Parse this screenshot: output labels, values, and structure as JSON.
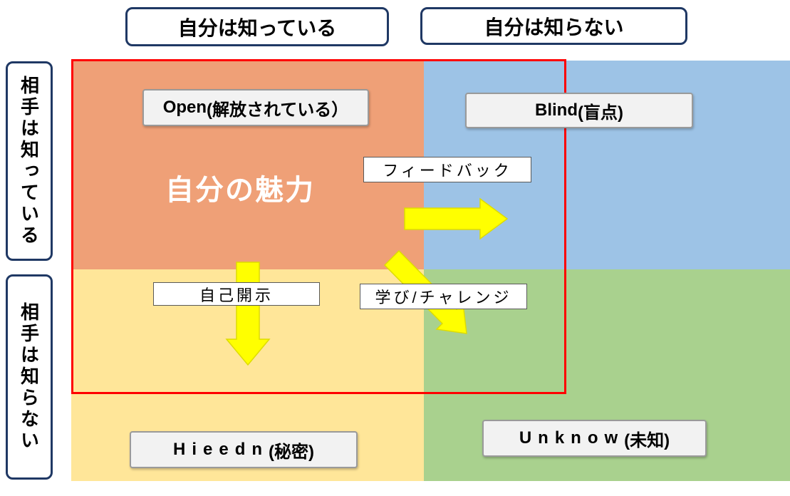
{
  "column_headers": {
    "self_known": "自分は知っている",
    "self_unknown": "自分は知らない"
  },
  "row_headers": {
    "other_known": "相手は知っている",
    "other_unknown": "相手は知らない"
  },
  "quadrants": {
    "open": {
      "name": "Open",
      "suffix": "(解放されている）",
      "color": "#efa077",
      "annotation": "自分の魅力"
    },
    "blind": {
      "name": "Blind",
      "suffix": "(盲点)",
      "color": "#9dc3e6"
    },
    "hidden": {
      "name": "Hieedn",
      "suffix": "(秘密)",
      "color": "#ffe699"
    },
    "unknown": {
      "name": "Unknow",
      "suffix": "(未知)",
      "color": "#a9d18e"
    }
  },
  "process_labels": {
    "feedback": "フィードバック",
    "self_disclosure": "自己開示",
    "learning_challenge": "学び/チャレンジ"
  },
  "colors": {
    "highlight_border": "#ff0000",
    "arrow_fill": "#ffff00",
    "arrow_stroke": "#dedc00",
    "header_border": "#1f3864",
    "label_box_fill": "#f2f2f2",
    "label_box_border": "#9a9a9a"
  }
}
